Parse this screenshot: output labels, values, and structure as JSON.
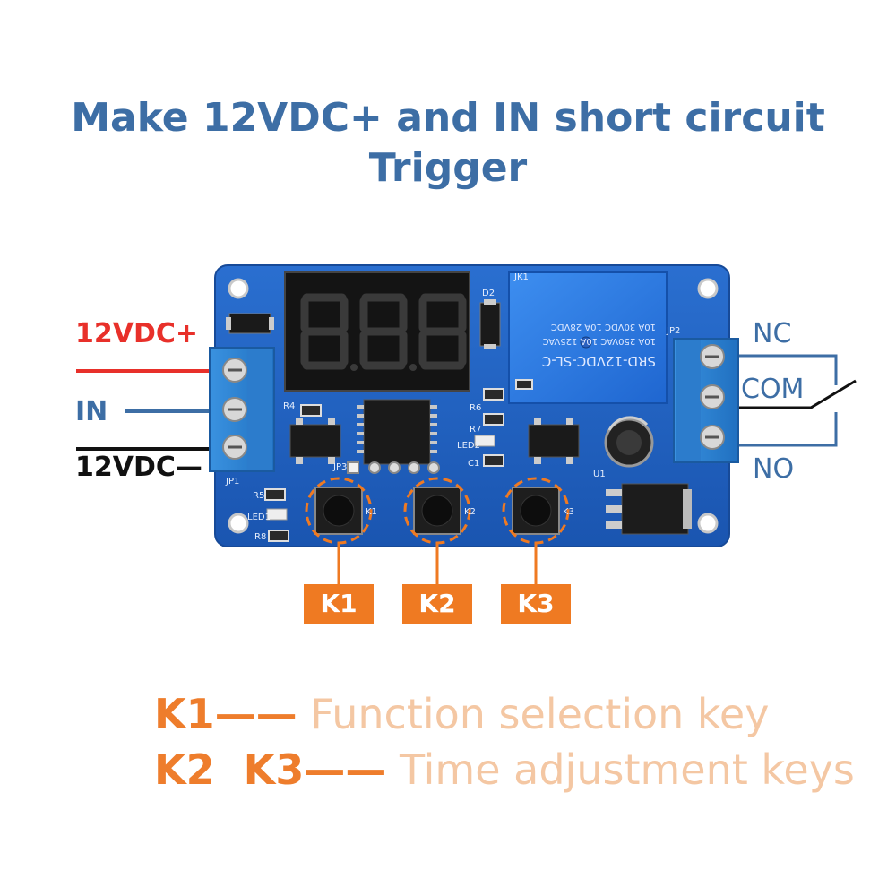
{
  "title": {
    "line1": "Make 12VDC+ and IN short circuit",
    "line2": "Trigger"
  },
  "terminals_left": {
    "vplus": "12VDC+",
    "in": "IN",
    "vminus": "12VDC—"
  },
  "terminals_right": {
    "nc": "NC",
    "com": "COM",
    "no": "NO"
  },
  "keys": [
    "K1",
    "K2",
    "K3"
  ],
  "legend": [
    {
      "keys": "K1——",
      "desc": "Function selection key"
    },
    {
      "keys": "K2  K3——",
      "desc": "Time adjustment keys"
    }
  ],
  "board": {
    "relay_text_1": "SRD-12VDC-SL-C",
    "relay_text_2": "10A 250VAC 10A 125VAC",
    "relay_text_3": "10A 30VDC 10A 28VDC",
    "silk_jk1": "JK1",
    "silk_jp1": "JP1",
    "silk_jp2": "JP2",
    "silk_jp3": "JP3",
    "silk_d2": "D2",
    "silk_u1": "U1",
    "silk_k1": "K1",
    "silk_k2": "K2",
    "silk_k3": "K3",
    "silk_r4": "R4",
    "silk_r6": "R6",
    "silk_r7": "R7",
    "silk_led2": "LED2",
    "silk_c1": "C1",
    "silk_r5": "R5",
    "silk_r8": "R8",
    "silk_led1": "LED1"
  },
  "colors": {
    "title": "#3d6ea5",
    "wire_red": "#e8302a",
    "wire_blue": "#3d6ea5",
    "wire_black": "#111111",
    "key_orange": "#ef7a22",
    "pcb_blue": "#1f5fc0",
    "terminal_blue": "#2f86d6"
  }
}
